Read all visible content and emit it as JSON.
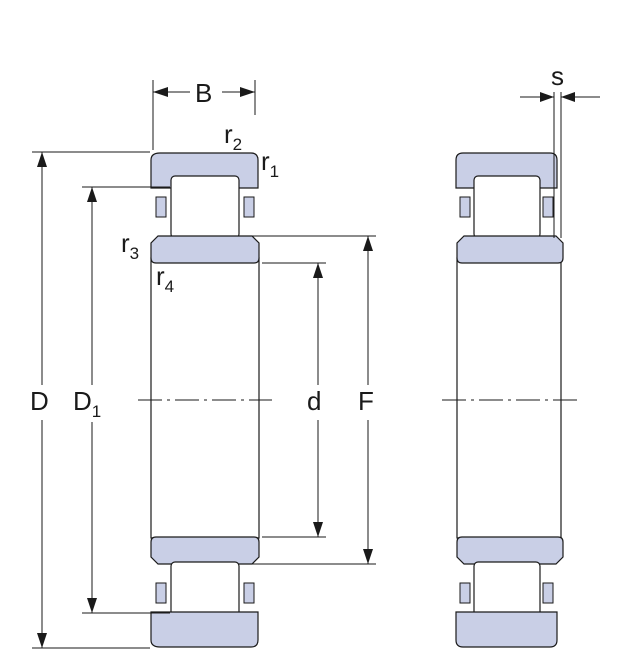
{
  "diagram": {
    "labels": {
      "B": "B",
      "s": "s",
      "D": "D",
      "D1_main": "D",
      "D1_sub": "1",
      "d": "d",
      "F": "F",
      "r1_main": "r",
      "r1_sub": "1",
      "r2_main": "r",
      "r2_sub": "2",
      "r3_main": "r",
      "r3_sub": "3",
      "r4_main": "r",
      "r4_sub": "4"
    },
    "colors": {
      "ring_fill": "#c9cfe6",
      "line": "#1a1a1a",
      "background": "#ffffff"
    }
  }
}
